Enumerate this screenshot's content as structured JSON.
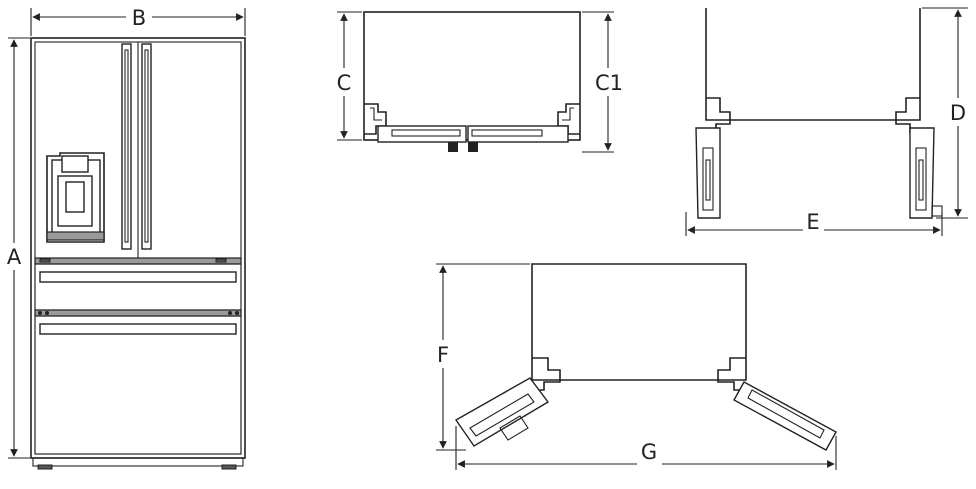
{
  "labels": {
    "A": "A",
    "B": "B",
    "C": "C",
    "C1": "C1",
    "D": "D",
    "E": "E",
    "F": "F",
    "G": "G"
  }
}
